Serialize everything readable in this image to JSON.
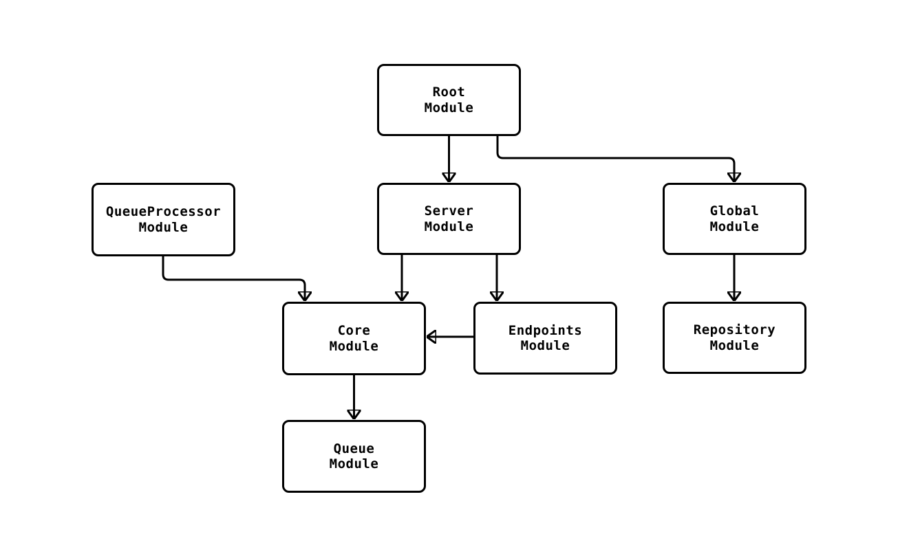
{
  "diagram": {
    "type": "module-dependency-graph",
    "colors": {
      "background": "#ffffff",
      "node_fill": "#ffffff",
      "stroke": "#000000",
      "text": "#000000"
    },
    "nodes": [
      {
        "id": "root",
        "label": "Root\nModule"
      },
      {
        "id": "queue-processor",
        "label": "QueueProcessor\nModule"
      },
      {
        "id": "server",
        "label": "Server\nModule"
      },
      {
        "id": "global",
        "label": "Global\nModule"
      },
      {
        "id": "core",
        "label": "Core\nModule"
      },
      {
        "id": "endpoints",
        "label": "Endpoints\nModule"
      },
      {
        "id": "repository",
        "label": "Repository\nModule"
      },
      {
        "id": "queue",
        "label": "Queue\nModule"
      }
    ],
    "edges": [
      {
        "from": "root",
        "to": "server"
      },
      {
        "from": "root",
        "to": "global"
      },
      {
        "from": "queue-processor",
        "to": "core"
      },
      {
        "from": "server",
        "to": "core"
      },
      {
        "from": "server",
        "to": "endpoints"
      },
      {
        "from": "endpoints",
        "to": "core"
      },
      {
        "from": "global",
        "to": "repository"
      },
      {
        "from": "core",
        "to": "queue"
      }
    ]
  }
}
